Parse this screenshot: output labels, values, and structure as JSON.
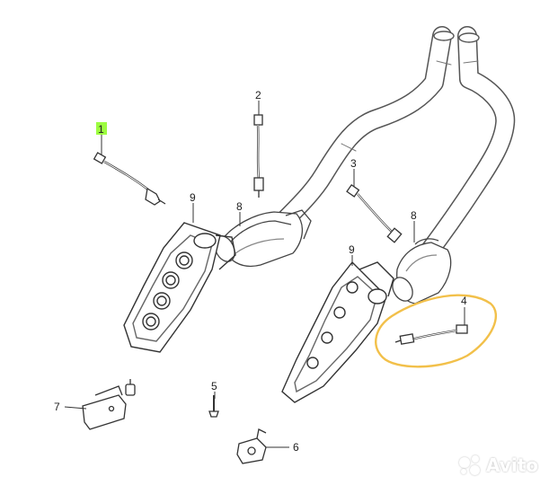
{
  "callouts": [
    {
      "id": "c1",
      "label": "1"
    },
    {
      "id": "c2",
      "label": "2"
    },
    {
      "id": "c3",
      "label": "3"
    },
    {
      "id": "c4",
      "label": "4"
    },
    {
      "id": "c5",
      "label": "5"
    },
    {
      "id": "c6",
      "label": "6"
    },
    {
      "id": "c7",
      "label": "7"
    },
    {
      "id": "c8a",
      "label": "8"
    },
    {
      "id": "c8b",
      "label": "8"
    },
    {
      "id": "c9a",
      "label": "9"
    },
    {
      "id": "c9b",
      "label": "9"
    }
  ],
  "highlight": {
    "label_highlight_color": "#7CFC00",
    "ring_color": "#F2C04A"
  },
  "watermark": {
    "text": "Avito"
  }
}
